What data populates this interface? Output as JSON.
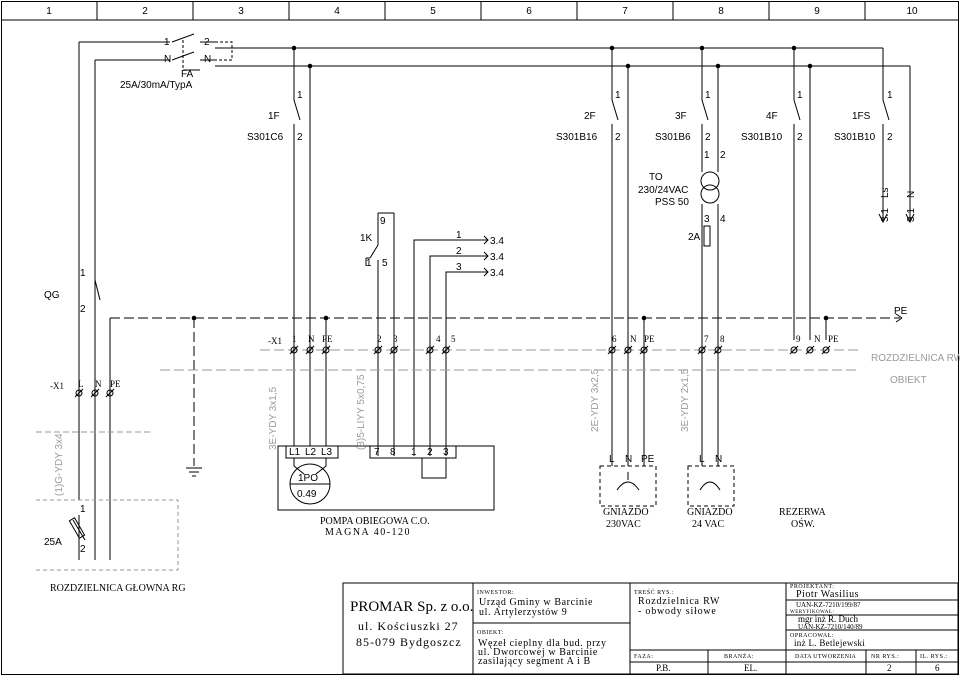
{
  "columns": [
    "1",
    "2",
    "3",
    "4",
    "5",
    "6",
    "7",
    "8",
    "9",
    "10"
  ],
  "rcd": {
    "tag": "FA",
    "rating": "25A/30mA/TypA",
    "pin1": "1",
    "pin2": "2",
    "pinN1": "N",
    "pinN2": "N"
  },
  "breakers": [
    {
      "tag": "1F",
      "type": "S301C6",
      "p1": "1",
      "p2": "2"
    },
    {
      "tag": "2F",
      "type": "S301B16",
      "p1": "1",
      "p2": "2"
    },
    {
      "tag": "3F",
      "type": "S301B6",
      "p1": "1",
      "p2": "2"
    },
    {
      "tag": "4F",
      "type": "S301B10",
      "p1": "1",
      "p2": "2"
    },
    {
      "tag": "1FS",
      "type": "S301B10",
      "p1": "1",
      "p2": "2"
    }
  ],
  "transformer": {
    "tag": "TO",
    "ratio": "230/24VAC",
    "model": "PSS 50",
    "p1": "1",
    "p2": "2",
    "p3": "3",
    "p4": "4",
    "fuse": "2A"
  },
  "relay": {
    "tag": "1K",
    "p9": "9",
    "p1": "1",
    "p5": "5"
  },
  "refs": [
    {
      "n": "1",
      "ref": "3.4"
    },
    {
      "n": "2",
      "ref": "3.4"
    },
    {
      "n": "3",
      "ref": "3.4"
    }
  ],
  "vertical_refs": {
    "ls": "Ls",
    "n": "N",
    "ref1": "3.1",
    "ref2": "3.1"
  },
  "main_switch": {
    "tag": "QG",
    "p1": "1",
    "p2": "2"
  },
  "pe_label": "PE",
  "x1_top": {
    "tag": "-X1",
    "terms": [
      "1",
      "N",
      "PE",
      "2",
      "3",
      "4",
      "5",
      "6",
      "N",
      "PE",
      "7",
      "8",
      "9",
      "N",
      "PE"
    ]
  },
  "x1_left": {
    "tag": "-X1",
    "terms": [
      "L",
      "N",
      "PE"
    ]
  },
  "zones": {
    "rw": "ROZDZIELNICA RW",
    "obiekt": "OBIEKT"
  },
  "cables": [
    "3E-YDY 3x1,5",
    "(3)5-LIYY 5x0,75",
    "2E-YDY 3x2,5",
    "3E-YDY 2x1,5",
    "(1)G-YDY 3x4"
  ],
  "pump_terms": [
    "L1",
    "L2",
    "L3",
    "7",
    "8",
    "1",
    "2",
    "3"
  ],
  "motor": {
    "tag": "1PO",
    "power": "0.49"
  },
  "socket1_terms": [
    "L",
    "N",
    "PE"
  ],
  "socket2_terms": [
    "L",
    "N"
  ],
  "main_breaker": {
    "rating": "25A",
    "p1": "1",
    "p2": "2"
  },
  "labels": {
    "pump1": "POMPA OBIEGOWA C.O.",
    "pump2": "MAGNA 40-120",
    "sock1a": "GNIAZDO",
    "sock1b": "230VAC",
    "sock2a": "GNIAZDO",
    "sock2b": "24 VAC",
    "res1": "REZERWA",
    "res2": "OŚW.",
    "main": "ROZDZIELNICA GŁOWNA RG"
  },
  "title_block": {
    "company": "PROMAR Sp. z o.o.",
    "street": "ul. Kościuszki 27",
    "city": "85-079 Bydgoszcz",
    "investor_h": "INWESTOR:",
    "investor1": "Urząd Gminy w Barcinie",
    "investor2": "ul. Artylerzystów 9",
    "object_h": "OBIEKT:",
    "object1": "Węzeł cieplny dla bud. przy",
    "object2": "ul. Dworcowej w Barcinie",
    "object3": "zasilający segment A i B",
    "content_h": "TREŚĆ RYS.:",
    "content1": "Rozdzielnica RW",
    "content2": "- obwody siłowe",
    "designer_h": "PROJEKTANT:",
    "designer": "Piotr Wasilius",
    "designer_no": "UAN-KZ-7210/199/87",
    "checker_h": "WERYFIKOWAŁ:",
    "checker": "mgr inż R. Duch",
    "checker_no": "UAN-KZ-7210/140/89",
    "author_h": "OPRACOWAŁ:",
    "author": "inż L. Betlejewski",
    "faza_h": "FAZA:",
    "branza_h": "BRANŻA:",
    "date_h": "DATA UTWORZENIA",
    "nr_h": "NR RYS.:",
    "il_h": "IL. RYS.:",
    "faza": "P.B.",
    "branza": "EL.",
    "nr": "2",
    "il": "6"
  }
}
